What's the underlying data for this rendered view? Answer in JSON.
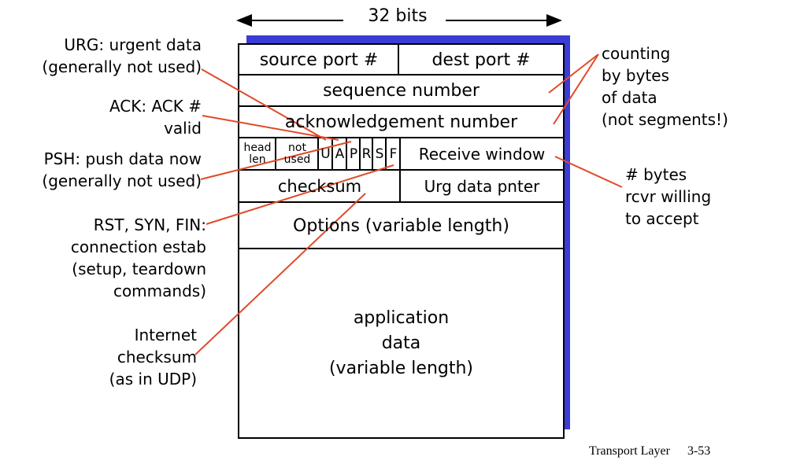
{
  "header": {
    "width_label": "32 bits"
  },
  "segment": {
    "source_port": "source port #",
    "dest_port": "dest port #",
    "sequence_number": "sequence number",
    "ack_number": "acknowledgement number",
    "head_len_1": "head",
    "head_len_2": "len",
    "not_used_1": "not",
    "not_used_2": "used",
    "flags": [
      "U",
      "A",
      "P",
      "R",
      "S",
      "F"
    ],
    "receive_window": "Receive window",
    "checksum": "checksum",
    "urg_pointer": "Urg data pnter",
    "options": "Options (variable length)",
    "app_data_1": "application",
    "app_data_2": "data",
    "app_data_3": "(variable length)"
  },
  "annotations": {
    "urg_1": "URG: urgent data",
    "urg_2": "(generally not used)",
    "ack_1": "ACK: ACK #",
    "ack_2": "valid",
    "psh_1": "PSH: push data now",
    "psh_2": "(generally not used)",
    "rst_1": "RST, SYN, FIN:",
    "rst_2": "connection estab",
    "rst_3": "(setup, teardown",
    "rst_4": "commands)",
    "cs_1": "Internet",
    "cs_2": "checksum",
    "cs_3": "(as in UDP)",
    "count_1": "counting",
    "count_2": "by bytes",
    "count_3": "of data",
    "count_4": "(not segments!)",
    "rw_1": "# bytes",
    "rw_2": "rcvr willing",
    "rw_3": "to accept"
  },
  "footer": {
    "title": "Transport Layer",
    "page": "3-53"
  },
  "colors": {
    "shadow": "#3b3bd6",
    "pointer": "#e04a2a",
    "border": "#000000"
  }
}
